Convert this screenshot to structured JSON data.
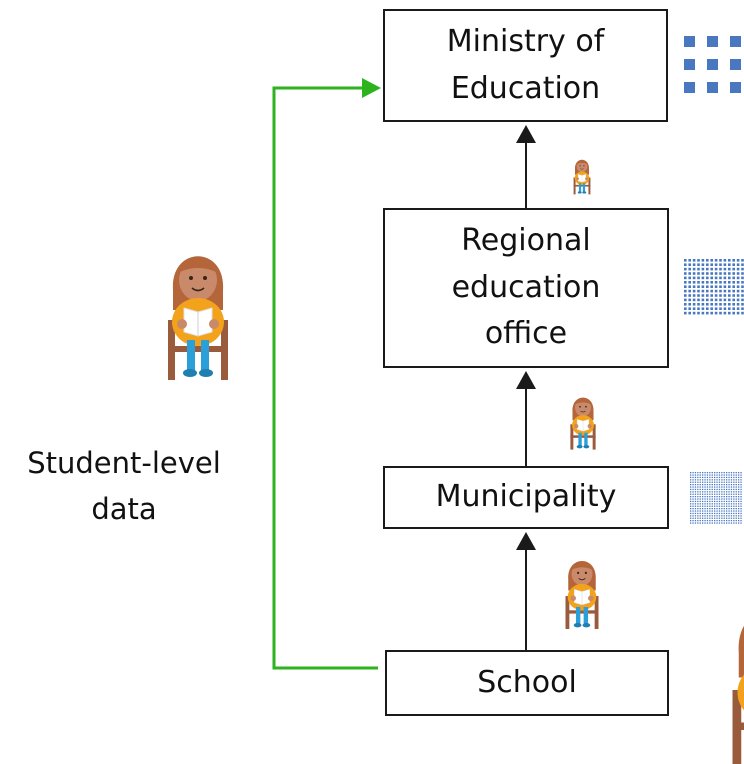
{
  "colors": {
    "arrow_black": "#1a1a1a",
    "arrow_green": "#2db31d",
    "dots_blue": "#4a78c0",
    "student_orange": "#f3a21c",
    "student_skin": "#c98a6b",
    "student_hair": "#b5653a",
    "student_legs": "#2a9fd8",
    "chair_brown": "#9a5a3c"
  },
  "levels": {
    "ministry": "Ministry of\nEducation",
    "regional": "Regional\neducation\noffice",
    "municipality": "Municipality",
    "school": "School"
  },
  "student_data_label": "Student-level\ndata",
  "icons": {
    "student": "student-reading-icon",
    "aggregate": "dot-grid-icon"
  }
}
